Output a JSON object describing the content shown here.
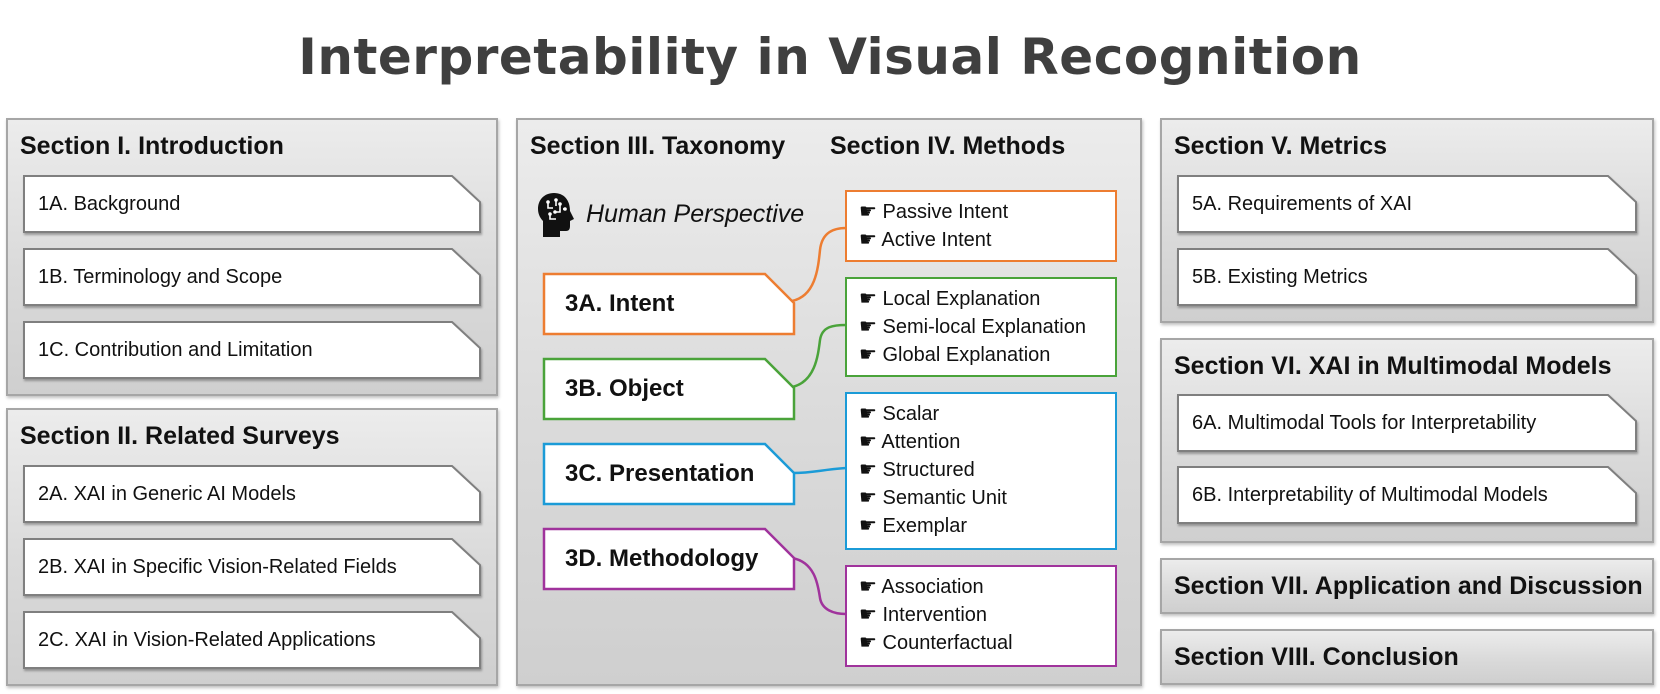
{
  "title": "Interpretability in Visual Recognition",
  "colors": {
    "intent": "#ed7d31",
    "object": "#4aa33a",
    "presentation": "#1b9bd7",
    "methodology": "#a0339c",
    "panel_border": "#a6a6a6"
  },
  "section1": {
    "title": "Section I. Introduction",
    "items": [
      "1A. Background",
      "1B. Terminology and Scope",
      "1C. Contribution and Limitation"
    ]
  },
  "section2": {
    "title": "Section II. Related Surveys",
    "items": [
      "2A. XAI in Generic AI Models",
      "2B. XAI in Specific Vision-Related Fields",
      "2C. XAI in Vision-Related Applications"
    ]
  },
  "section3": {
    "title": "Section III. Taxonomy"
  },
  "section4": {
    "title": "Section IV. Methods"
  },
  "human_perspective": {
    "label": "Human Perspective",
    "icon": "head-brain-icon"
  },
  "taxonomy": [
    {
      "label": "3A. Intent",
      "items": [
        "Passive Intent",
        "Active Intent"
      ]
    },
    {
      "label": "3B. Object",
      "items": [
        "Local Explanation",
        "Semi-local Explanation",
        "Global Explanation"
      ]
    },
    {
      "label": "3C. Presentation",
      "items": [
        "Scalar",
        "Attention",
        "Structured",
        "Semantic Unit",
        "Exemplar"
      ]
    },
    {
      "label": "3D. Methodology",
      "items": [
        "Association",
        "Intervention",
        "Counterfactual"
      ]
    }
  ],
  "bullet": "☛",
  "section5": {
    "title": "Section V. Metrics",
    "items": [
      "5A. Requirements of XAI",
      "5B. Existing Metrics"
    ]
  },
  "section6": {
    "title": "Section VI. XAI in Multimodal Models",
    "items": [
      "6A. Multimodal Tools for Interpretability",
      "6B. Interpretability of Multimodal Models"
    ]
  },
  "section7": {
    "title": "Section VII. Application and Discussion"
  },
  "section8": {
    "title": "Section VIII. Conclusion"
  }
}
